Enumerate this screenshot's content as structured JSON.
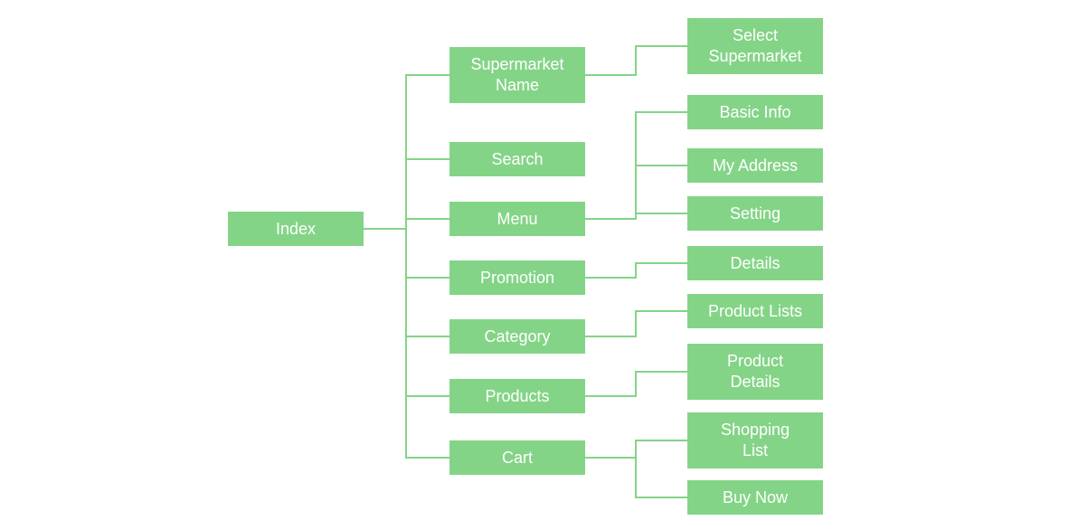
{
  "colors": {
    "box": "#84d487",
    "line": "#84d487",
    "text": "#ffffff",
    "background": "#ffffff"
  },
  "root": {
    "label": "Index"
  },
  "branches": [
    {
      "label": "Supermarket\nName",
      "children": [
        {
          "label": "Select\nSupermarket"
        }
      ]
    },
    {
      "label": "Search",
      "children": []
    },
    {
      "label": "Menu",
      "children": [
        {
          "label": "Basic Info"
        },
        {
          "label": "My Address"
        },
        {
          "label": "Setting"
        }
      ]
    },
    {
      "label": "Promotion",
      "children": [
        {
          "label": "Details"
        }
      ]
    },
    {
      "label": "Category",
      "children": [
        {
          "label": "Product Lists"
        }
      ]
    },
    {
      "label": "Products",
      "children": [
        {
          "label": "Product\nDetails"
        }
      ]
    },
    {
      "label": "Cart",
      "children": [
        {
          "label": "Shopping\nList"
        },
        {
          "label": "Buy Now"
        }
      ]
    }
  ]
}
